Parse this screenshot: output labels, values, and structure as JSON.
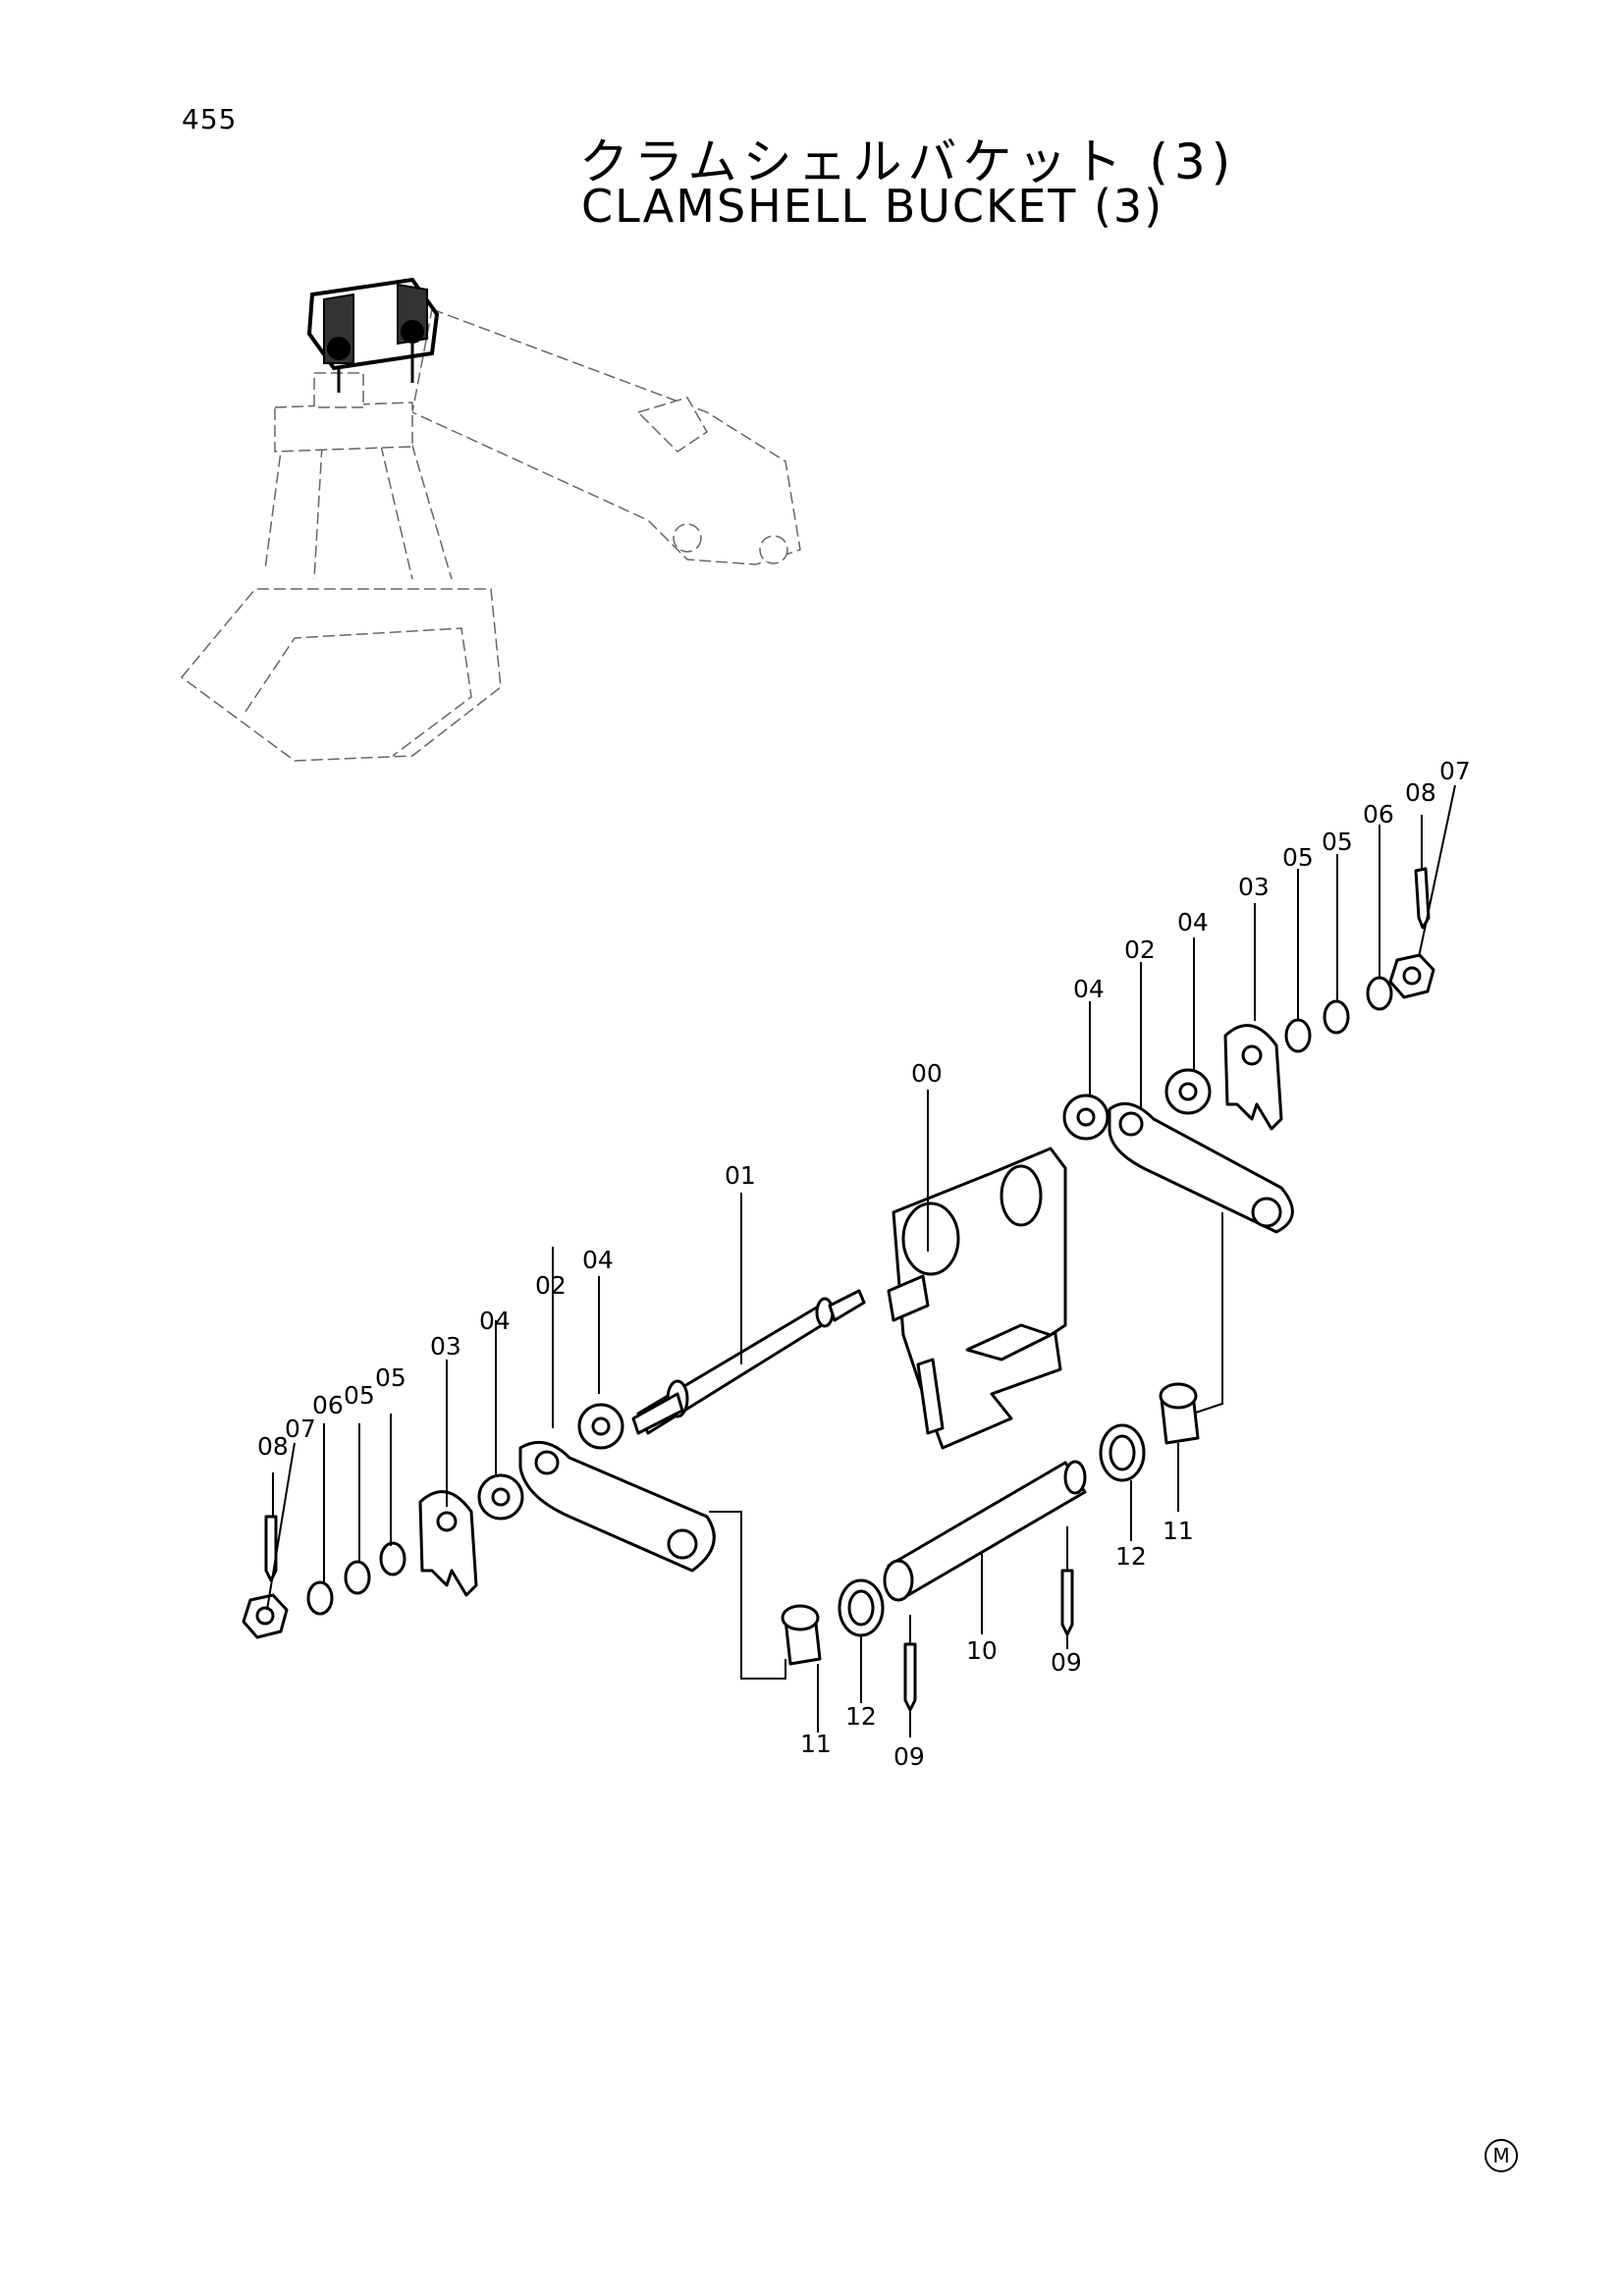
{
  "page_number": "455",
  "title_jp": "クラムシェルバケット (3)",
  "title_en": "CLAMSHELL BUCKET (3)",
  "mark": "M",
  "part_labels": [
    {
      "id": "lbl-00",
      "text": "00"
    },
    {
      "id": "lbl-01",
      "text": "01"
    },
    {
      "id": "lbl-02-left",
      "text": "02"
    },
    {
      "id": "lbl-02-right",
      "text": "02"
    },
    {
      "id": "lbl-03-left",
      "text": "03"
    },
    {
      "id": "lbl-03-right",
      "text": "03"
    },
    {
      "id": "lbl-04-left-a",
      "text": "04"
    },
    {
      "id": "lbl-04-left-b",
      "text": "04"
    },
    {
      "id": "lbl-04-right-a",
      "text": "04"
    },
    {
      "id": "lbl-04-right-b",
      "text": "04"
    },
    {
      "id": "lbl-05-left-a",
      "text": "05"
    },
    {
      "id": "lbl-05-left-b",
      "text": "05"
    },
    {
      "id": "lbl-05-right-a",
      "text": "05"
    },
    {
      "id": "lbl-05-right-b",
      "text": "05"
    },
    {
      "id": "lbl-06-left",
      "text": "06"
    },
    {
      "id": "lbl-06-right",
      "text": "06"
    },
    {
      "id": "lbl-07-left",
      "text": "07"
    },
    {
      "id": "lbl-07-right",
      "text": "07"
    },
    {
      "id": "lbl-08-left",
      "text": "08"
    },
    {
      "id": "lbl-08-right",
      "text": "08"
    },
    {
      "id": "lbl-09-left",
      "text": "09"
    },
    {
      "id": "lbl-09-right",
      "text": "09"
    },
    {
      "id": "lbl-10",
      "text": "10"
    },
    {
      "id": "lbl-11-left",
      "text": "11"
    },
    {
      "id": "lbl-11-right",
      "text": "11"
    },
    {
      "id": "lbl-12-left",
      "text": "12"
    },
    {
      "id": "lbl-12-right",
      "text": "12"
    }
  ]
}
